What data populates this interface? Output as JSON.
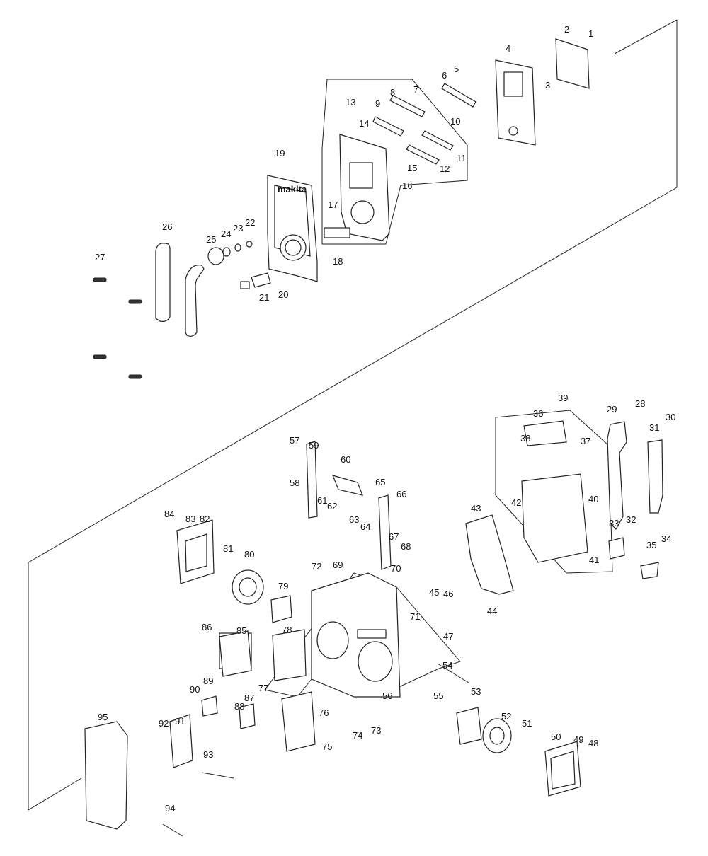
{
  "diagram": {
    "callouts": [
      "1",
      "2",
      "3",
      "4",
      "5",
      "6",
      "7",
      "8",
      "9",
      "10",
      "11",
      "12",
      "13",
      "14",
      "15",
      "16",
      "17",
      "18",
      "19",
      "20",
      "21",
      "22",
      "23",
      "24",
      "25",
      "26",
      "27",
      "28",
      "29",
      "30",
      "31",
      "32",
      "33",
      "34",
      "35",
      "36",
      "37",
      "38",
      "39",
      "40",
      "41",
      "42",
      "43",
      "44",
      "45",
      "46",
      "47",
      "48",
      "49",
      "50",
      "51",
      "52",
      "53",
      "54",
      "55",
      "56",
      "57",
      "58",
      "59",
      "60",
      "61",
      "62",
      "63",
      "64",
      "65",
      "66",
      "67",
      "68",
      "69",
      "70",
      "71",
      "72",
      "73",
      "74",
      "75",
      "76",
      "77",
      "78",
      "79",
      "80",
      "81",
      "82",
      "83",
      "84",
      "85",
      "86",
      "87",
      "88",
      "89",
      "90",
      "91",
      "92",
      "93",
      "94",
      "95"
    ],
    "logo_text": "makita"
  }
}
